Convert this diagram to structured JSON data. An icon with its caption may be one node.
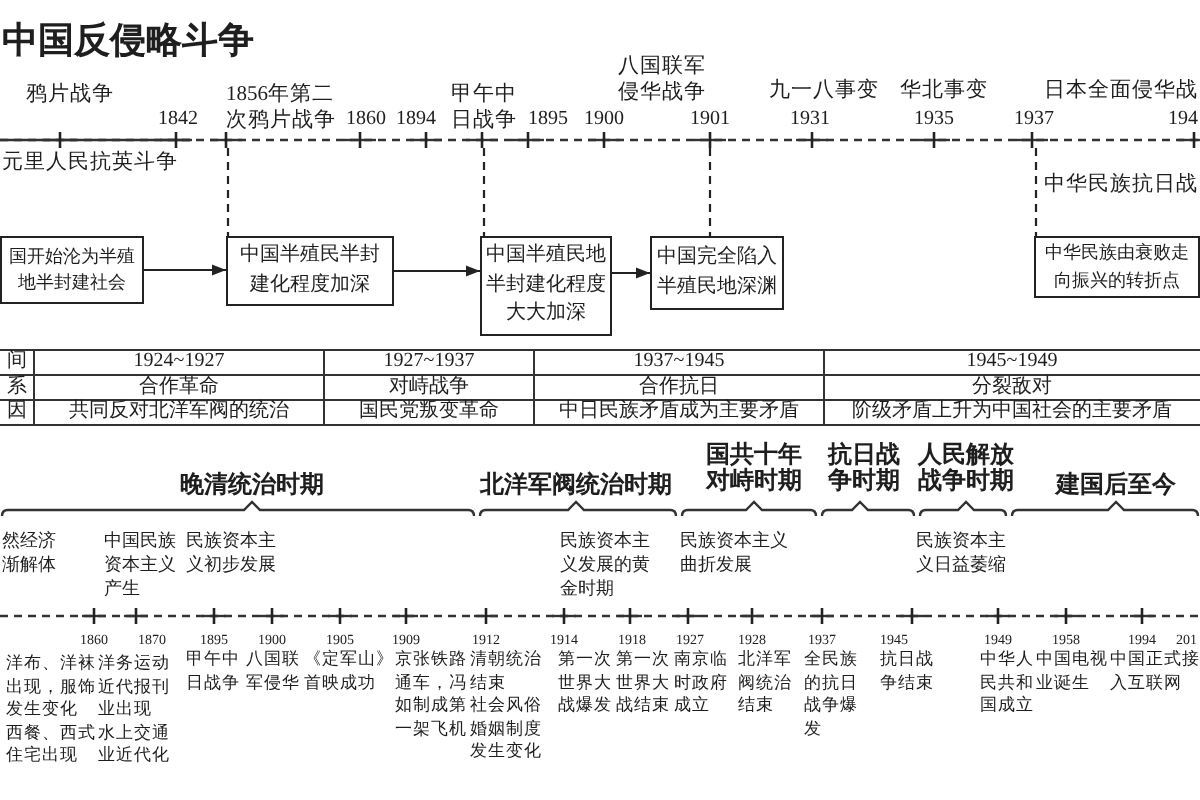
{
  "diagram": {
    "title": "中国反侵略斗争",
    "nodes": [
      {
        "text": [
          "国开始沦为半殖地半封建社会"
        ]
      },
      {
        "text": [
          "中国半殖民半封建化程度加深"
        ]
      },
      {
        "text": [
          "中国半殖民地半封建化程度大大加深"
        ]
      },
      {
        "text": [
          "中国完全陷入半殖民地深渊"
        ]
      },
      {
        "text": [
          "中华民族由衰败走向振兴的转折点"
        ]
      }
    ],
    "edges": [
      {
        "from": 0,
        "to": 1,
        "arrow": "to"
      },
      {
        "from": 1,
        "to": 2,
        "arrow": "to"
      },
      {
        "from": 2,
        "to": 3,
        "arrow": "to"
      },
      {
        "from": null,
        "to": 1,
        "arrow": "none",
        "style": "dashed"
      },
      {
        "from": null,
        "to": 2,
        "arrow": "none",
        "style": "dashed"
      },
      {
        "from": null,
        "to": 3,
        "arrow": "none",
        "style": "dashed"
      },
      {
        "from": null,
        "to": 4,
        "arrow": "none",
        "style": "dashed"
      }
    ],
    "labels": [
      "鸦片战争",
      "1842",
      "1856年第二次鸦片战争",
      "1860",
      "1894",
      "甲午中日战争",
      "1895",
      "1900",
      "八国联军侵华战争",
      "1901",
      "九一八事变",
      "1931",
      "华北事变",
      "1935",
      "1937",
      "日本全面侵华战",
      "194",
      "元里人民抗英斗争",
      "中华民族抗日战",
      "间",
      "1924~1927",
      "1927~1937",
      "1937~1945",
      "1945~1949",
      "系",
      "合作革命",
      "对峙战争",
      "合作抗日",
      "分裂敌对",
      "因",
      "共同反对北洋军阀的统治",
      "国民党叛变革命",
      "中日民族矛盾成为主要矛盾",
      "阶级矛盾上升为中国社会的主要矛盾",
      "晚清统治时期",
      "北洋军阀统治时期",
      "国共十年对峙时期",
      "抗日战争时期",
      "人民解放战争时期",
      "建国后至今",
      "然经济渐解体",
      "中国民族资本主义产生",
      "民族资本主义初步发展",
      "民族资本主义发展的黄金时期",
      "民族资本主义曲折发展",
      "民族资本主义日益萎缩",
      "1860",
      "1870",
      "1895",
      "1900",
      "1905",
      "1909",
      "1912",
      "1914",
      "1918",
      "1927",
      "1928",
      "1937",
      "1945",
      "1949",
      "1958",
      "1994",
      "201",
      "洋布、洋袜出现，服饰发生变化",
      "西餐、西式住宅出现",
      "洋务运动",
      "近代报刊业出现",
      "水上交通业近代化",
      "甲午中日战争",
      "八国联军侵华",
      "《定军山》首映成功",
      "京张铁路通车，冯如制成第一架飞机",
      "清朝统治结束",
      "社会风俗婚姻制度发生变化",
      "第一次世界大战爆发",
      "第一次世界大战结束",
      "南京临时政府成立",
      "北洋军阀统治结束",
      "全民族的抗日战争爆发",
      "抗日战争结束",
      "中华人民共和国成立",
      "中国电视业诞生",
      "中国正式接入互联网"
    ]
  }
}
